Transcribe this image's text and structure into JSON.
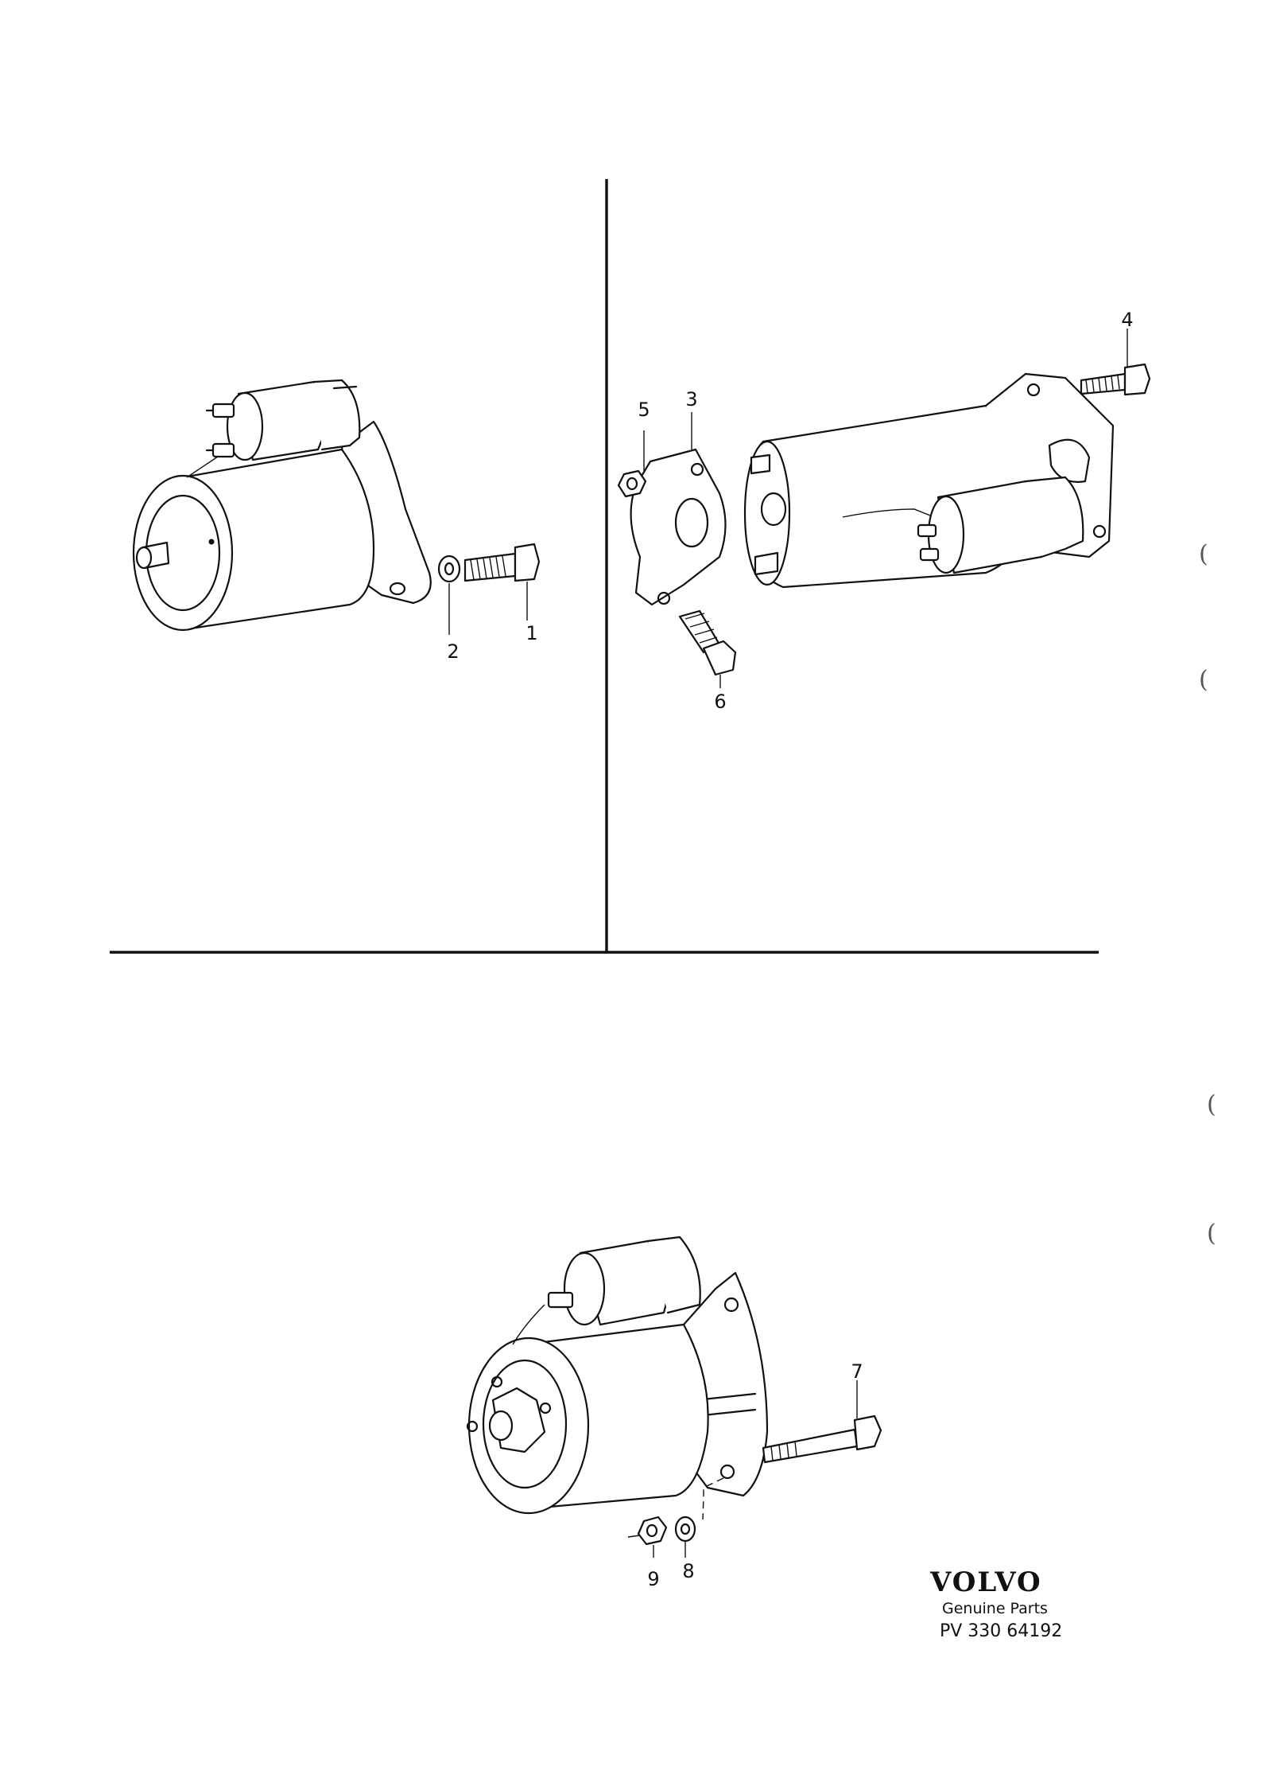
{
  "callouts": [
    {
      "id": "1",
      "label": "1"
    },
    {
      "id": "2",
      "label": "2"
    },
    {
      "id": "3",
      "label": "3"
    },
    {
      "id": "4",
      "label": "4"
    },
    {
      "id": "5",
      "label": "5"
    },
    {
      "id": "6",
      "label": "6"
    },
    {
      "id": "7",
      "label": "7"
    },
    {
      "id": "8",
      "label": "8"
    },
    {
      "id": "9",
      "label": "9"
    }
  ],
  "logo": {
    "brand": "VOLVO",
    "subtitle": "Genuine Parts",
    "code": "PV 330 64192"
  },
  "margin_marks": [
    "(",
    "(",
    "(",
    "("
  ]
}
